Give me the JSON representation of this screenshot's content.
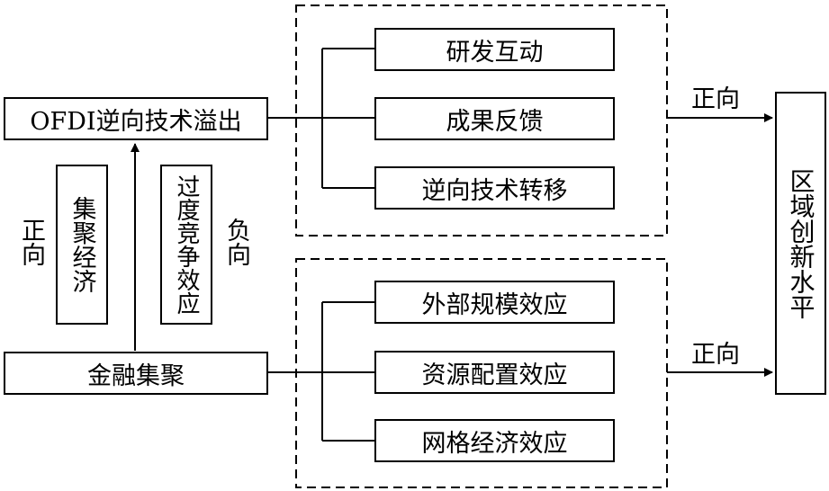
{
  "nodes": {
    "ofdi": "OFDI逆向技术溢出",
    "finance": "金融集聚",
    "region": "区域创新水平",
    "agglomeration_economy": "集聚经济",
    "excess_competition": "过度竞争效应"
  },
  "top_group": [
    "研发互动",
    "成果反馈",
    "逆向技术转移"
  ],
  "bottom_group": [
    "外部规模效应",
    "资源配置效应",
    "网格经济效应"
  ],
  "labels": {
    "positive_left": "正向",
    "negative_right": "负向",
    "positive_top_arrow": "正向",
    "positive_bottom_arrow": "正向"
  }
}
